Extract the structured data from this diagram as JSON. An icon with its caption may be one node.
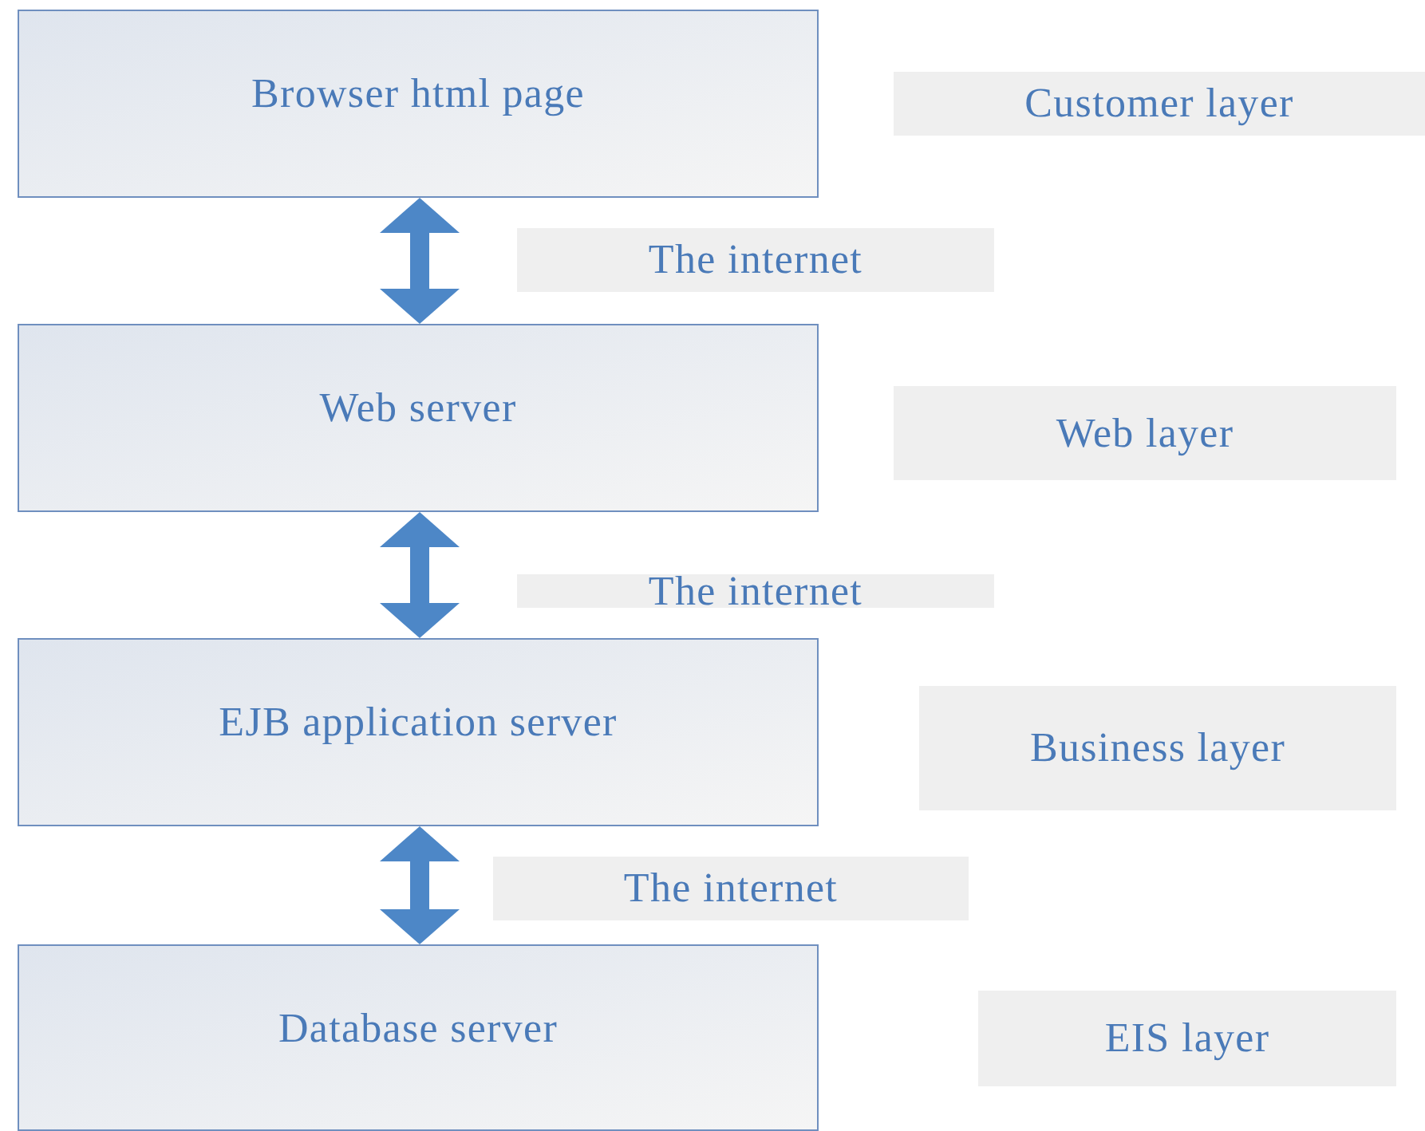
{
  "diagram": {
    "nodes": [
      {
        "text": [
          "Browser html page"
        ]
      },
      {
        "text": [
          "Customer layer"
        ]
      },
      {
        "text": [
          "The internet"
        ]
      },
      {
        "text": [
          "Web server"
        ]
      },
      {
        "text": [
          "Web layer"
        ]
      },
      {
        "text": [
          "The internet"
        ]
      },
      {
        "text": [
          "EJB application server"
        ]
      },
      {
        "text": [
          "Business layer"
        ]
      },
      {
        "text": [
          "The internet"
        ]
      },
      {
        "text": [
          "Database server"
        ]
      },
      {
        "text": [
          "EIS layer"
        ]
      }
    ],
    "edges": [
      {
        "from": 0,
        "to": 3,
        "arrow": "both"
      },
      {
        "from": 3,
        "to": 6,
        "arrow": "both"
      },
      {
        "from": 6,
        "to": 9,
        "arrow": "both"
      }
    ]
  }
}
